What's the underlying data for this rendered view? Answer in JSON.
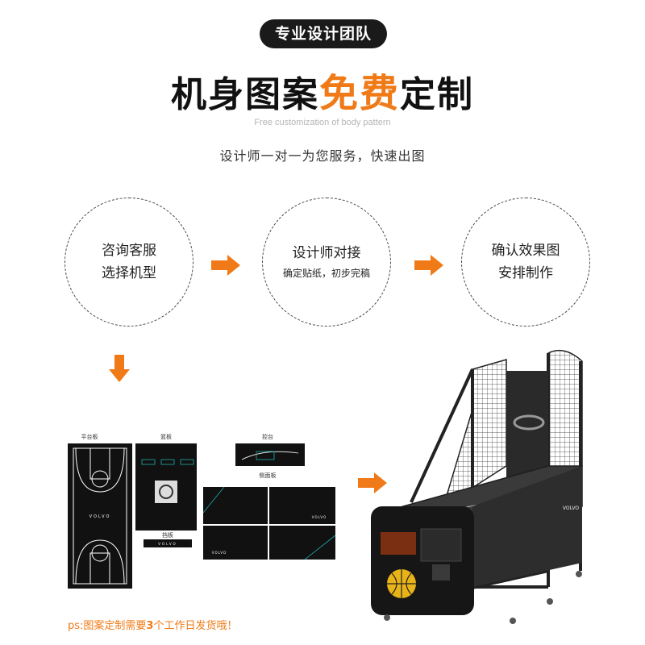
{
  "header": {
    "badge": "专业设计团队",
    "headline_prefix": "机身图案",
    "headline_highlight": "免费",
    "headline_suffix": "定制",
    "english_subtitle": "Free customization of body pattern",
    "description": "设计师一对一为您服务，快速出图"
  },
  "steps": [
    {
      "line1": "咨询客服",
      "line2": "选择机型"
    },
    {
      "line1": "设计师对接",
      "line2": "确定贴纸，初步完稿"
    },
    {
      "line1": "确认效果图",
      "line2": "安排制作"
    }
  ],
  "layout_panels": {
    "court": "平台板",
    "cover": "篮板",
    "console": "控台",
    "side": "侧面板",
    "baffle": "挡板",
    "brand": "VOLVO"
  },
  "note": {
    "prefix": "ps:图案定制需要",
    "number": "3",
    "suffix": "个工作日发货哦！"
  },
  "colors": {
    "accent": "#f07a17",
    "dark": "#1a1a1a"
  }
}
